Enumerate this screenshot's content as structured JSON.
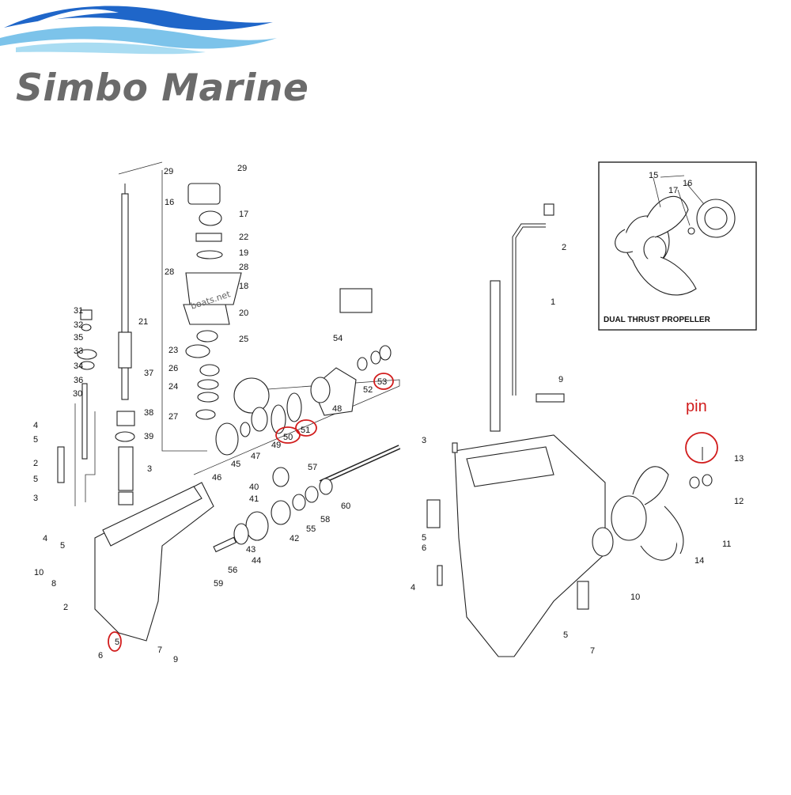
{
  "brand": {
    "name": "Simbo Marine",
    "logo_icon": "wave-logo-icon",
    "colors": {
      "wave_dark": "#1f66c9",
      "wave_light": "#7cc3ea",
      "text": "#6b6b6b",
      "highlight": "#d11c1c"
    }
  },
  "annotation": {
    "pin_label": "pin"
  },
  "watermark": "boats.net",
  "inset": {
    "title": "DUAL THRUST PROPELLER",
    "labels": [
      "15",
      "17",
      "16"
    ]
  },
  "left_diagram": {
    "labels": [
      "29",
      "29",
      "16",
      "17",
      "22",
      "19",
      "28",
      "28",
      "18",
      "20",
      "25",
      "23",
      "26",
      "24",
      "27",
      "21",
      "31",
      "32",
      "35",
      "33",
      "34",
      "36",
      "37",
      "30",
      "38",
      "39",
      "3",
      "4",
      "5",
      "2",
      "5",
      "3",
      "4",
      "5",
      "10",
      "8",
      "2",
      "5",
      "6",
      "7",
      "9",
      "45",
      "46",
      "47",
      "49",
      "50",
      "51",
      "48",
      "52",
      "53",
      "54",
      "40",
      "41",
      "57",
      "42",
      "43",
      "44",
      "55",
      "58",
      "60",
      "56",
      "59"
    ],
    "highlighted": [
      "50",
      "51",
      "53",
      "5"
    ]
  },
  "right_diagram": {
    "labels": [
      "2",
      "1",
      "9",
      "3",
      "6",
      "5",
      "4",
      "10",
      "14",
      "11",
      "12",
      "13",
      "5",
      "7"
    ],
    "highlighted": [
      "13"
    ]
  }
}
